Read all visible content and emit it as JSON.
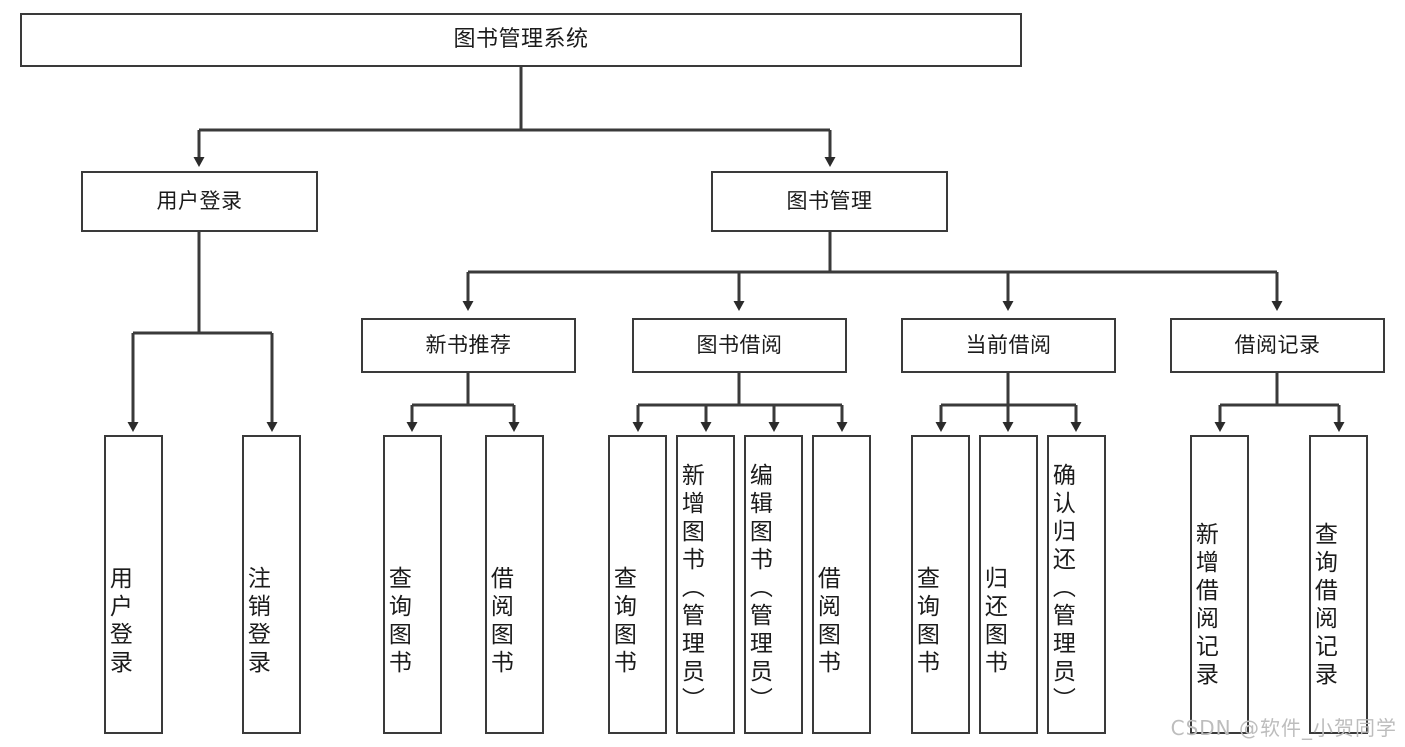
{
  "diagram": {
    "title": "图书管理系统",
    "watermark": "CSDN @软件_小贺同学",
    "line_color": "#3a3a3a",
    "box_fill": "#ffffff",
    "text_color": "#1b1b1b",
    "root": {
      "label": "图书管理系统"
    },
    "level2": [
      {
        "label": "用户登录"
      },
      {
        "label": "图书管理"
      }
    ],
    "level3": [
      {
        "label": "新书推荐"
      },
      {
        "label": "图书借阅"
      },
      {
        "label": "当前借阅"
      },
      {
        "label": "借阅记录"
      }
    ],
    "leaves": {
      "user_login": [
        {
          "label": "用户登录"
        },
        {
          "label": "注销登录"
        }
      ],
      "new_book": [
        {
          "label": "查询图书"
        },
        {
          "label": "借阅图书"
        }
      ],
      "book_borrow": [
        {
          "label": "查询图书"
        },
        {
          "label": "新增图书（管理员）"
        },
        {
          "label": "编辑图书（管理员）"
        },
        {
          "label": "借阅图书"
        }
      ],
      "current_borrow": [
        {
          "label": "查询图书"
        },
        {
          "label": "归还图书"
        },
        {
          "label": "确认归还（管理员）"
        }
      ],
      "borrow_record": [
        {
          "label": "新增借阅记录"
        },
        {
          "label": "查询借阅记录"
        }
      ]
    }
  }
}
